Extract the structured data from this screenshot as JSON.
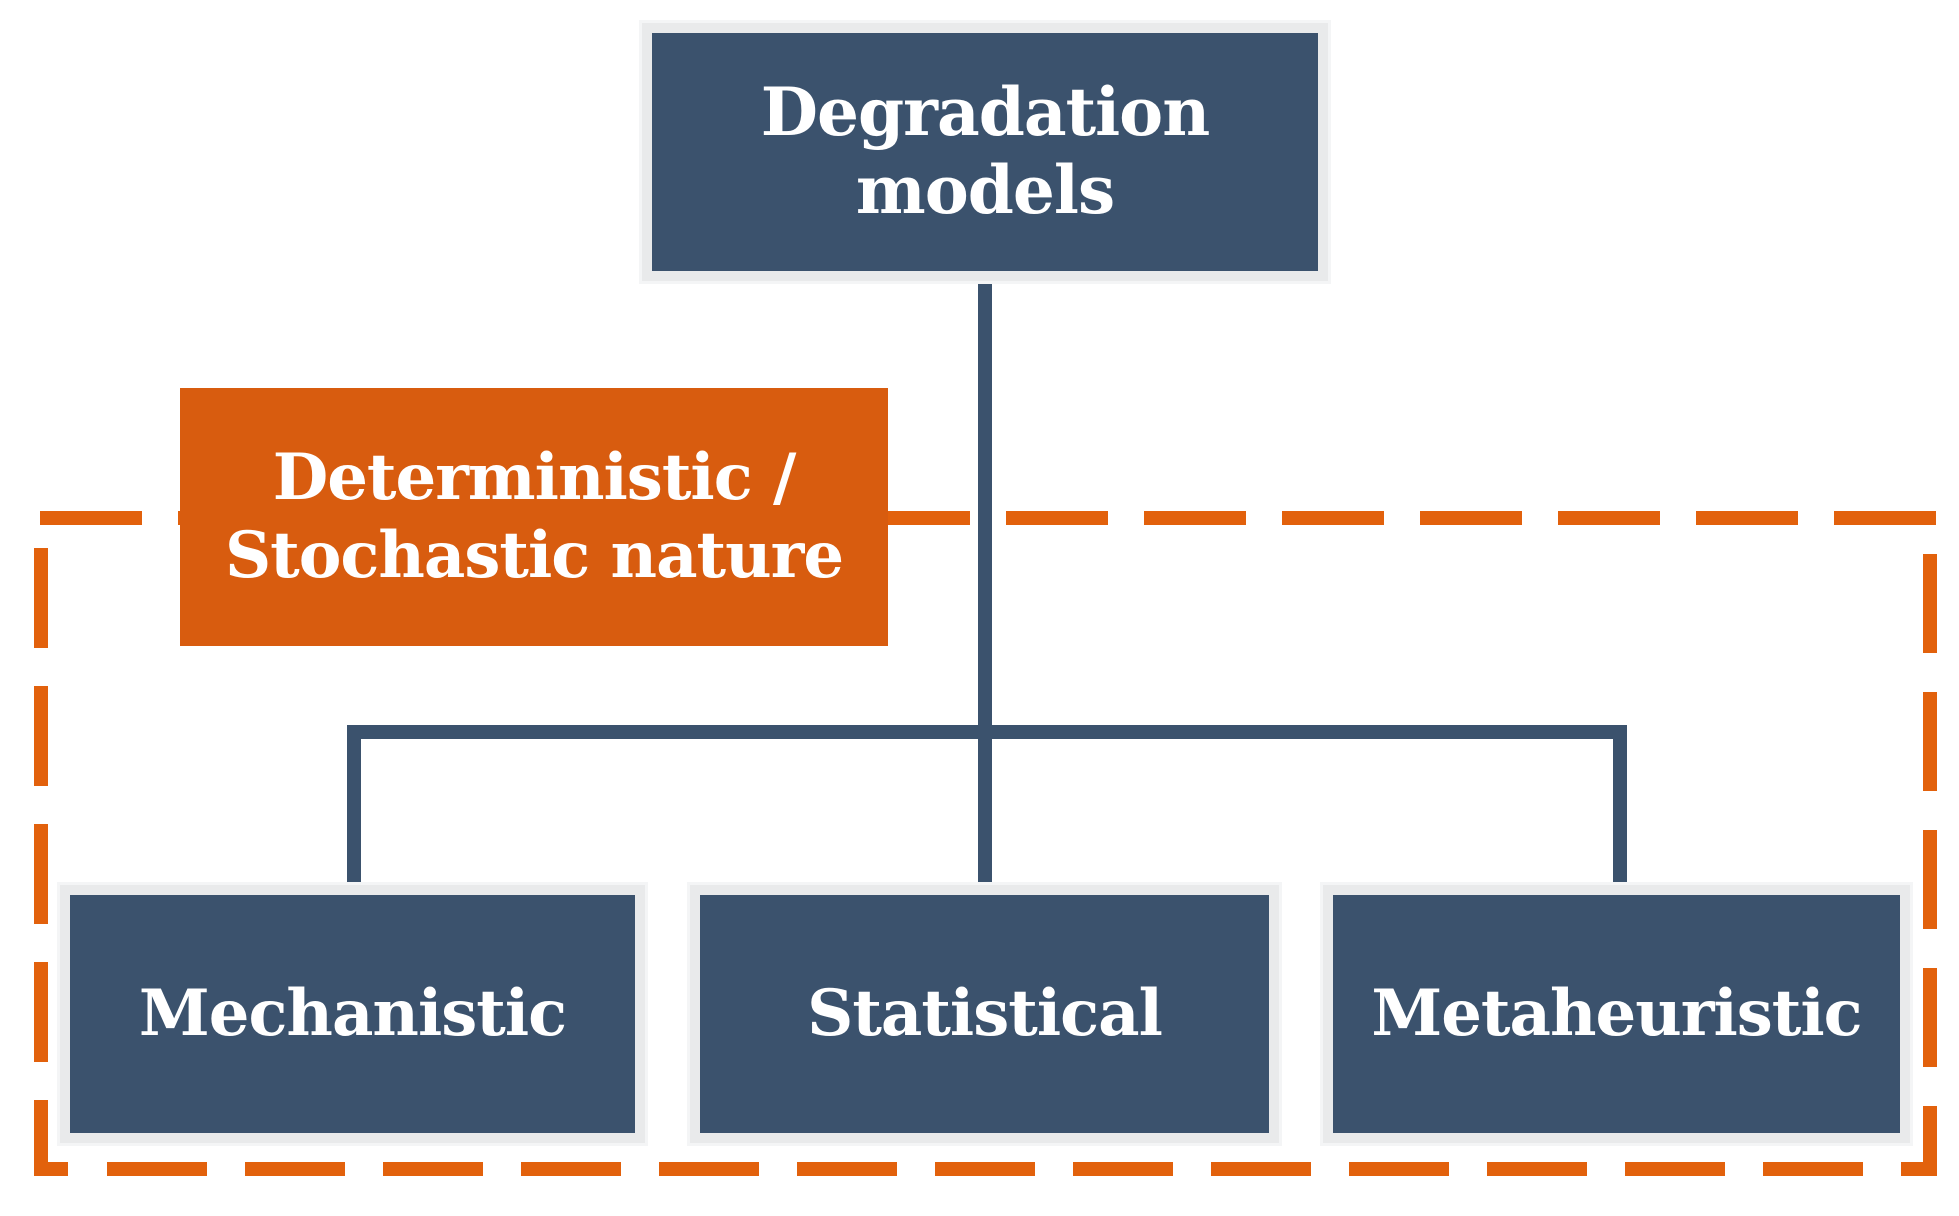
{
  "root": {
    "label": "Degradation models",
    "lines": [
      "Degradation",
      "models"
    ]
  },
  "annotation": {
    "label": "Deterministic / Stochastic nature",
    "lines": [
      "Deterministic /",
      "Stochastic nature"
    ]
  },
  "children": [
    {
      "label": "Mechanistic"
    },
    {
      "label": "Statistical"
    },
    {
      "label": "Metaheuristic"
    }
  ],
  "colors": {
    "node_fill": "#3B526D",
    "connector": "#3B526D",
    "annotation_fill": "#D85C0F",
    "dashed_boundary": "#E2610C",
    "node_border": "#E9EAEB",
    "text": "#FFFFFF",
    "background": "#FFFFFF"
  }
}
